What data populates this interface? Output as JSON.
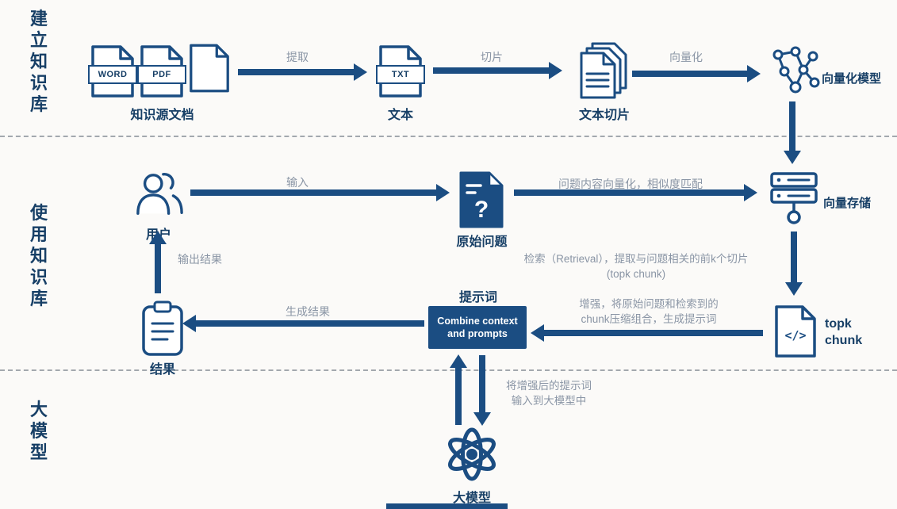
{
  "colors": {
    "navy": "#1b4d82",
    "ink": "#173f66",
    "muted": "#8a95a5",
    "bg": "#fbfaf8",
    "divider": "#a3a8ae"
  },
  "sections": {
    "build": "建立知识库",
    "use": "使用知识库",
    "llm": "大模型"
  },
  "nodes": {
    "source_docs": {
      "label": "知识源文档",
      "badge_word": "WORD",
      "badge_pdf": "PDF"
    },
    "text": {
      "label": "文本",
      "badge": "TXT"
    },
    "chunks": {
      "label": "文本切片"
    },
    "vector_model": {
      "label": "向量化模型"
    },
    "user": {
      "label": "用户"
    },
    "question": {
      "label": "原始问题",
      "mark": "?"
    },
    "vector_store": {
      "label": "向量存储"
    },
    "topk": {
      "line1": "topk",
      "line2": "chunk",
      "code": "</>"
    },
    "prompt": {
      "label": "提示词",
      "box_line1": "Combine context",
      "box_line2": "and prompts"
    },
    "result": {
      "label": "结果"
    },
    "llm": {
      "label": "大模型"
    }
  },
  "edges": {
    "extract": "提取",
    "slice": "切片",
    "vectorize": "向量化",
    "input": "输入",
    "similarity": "问题内容向量化，相似度匹配",
    "retrieval_line1": "检索（Retrieval），提取与问题相关的前k个切片",
    "retrieval_line2": "(topk chunk)",
    "augment_line1": "增强，将原始问题和检索到的",
    "augment_line2": "chunk压缩组合，生成提示词",
    "generate": "生成结果",
    "output": "输出结果",
    "to_llm_line1": "将增强后的提示词",
    "to_llm_line2": "输入到大模型中"
  }
}
